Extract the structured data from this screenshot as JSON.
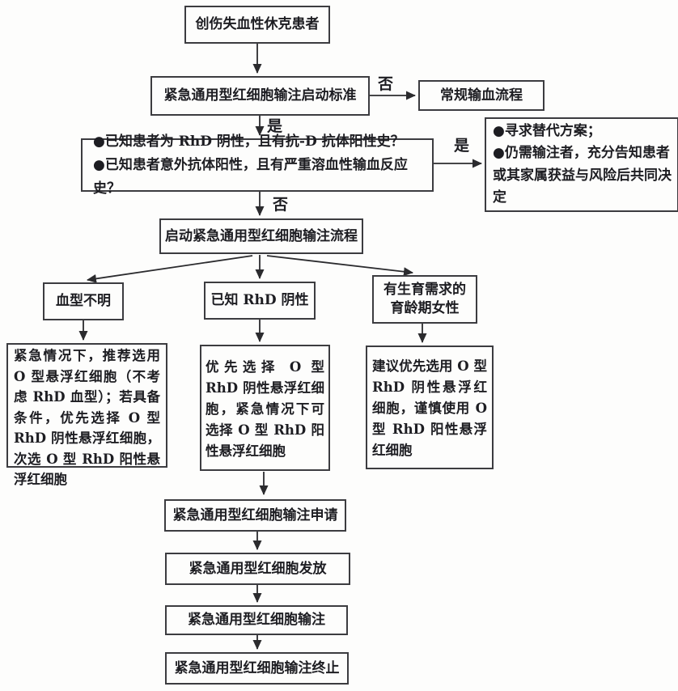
{
  "colors": {
    "ink": "#1d1d22",
    "border": "#3c3c40",
    "background": "#fdfdfc"
  },
  "flow": {
    "patient": "创伤失血性休克患者",
    "criteria": "紧急通用型红细胞输注启动标准",
    "routine": "常规输血流程",
    "screen": {
      "q1": "●已知患者为 RhD 阴性，且有抗-D 抗体阳性史？",
      "q2": "●已知患者意外抗体阳性，且有严重溶血性输血反应史？"
    },
    "alternative": {
      "line1": "●寻求替代方案；",
      "line2": "●仍需输注者，充分告知患者或其家属获益与风险后共同决定"
    },
    "start_process": "启动紧急通用型红细胞输注流程",
    "branches": {
      "unknown": {
        "label": "血型不明",
        "detail": "紧急情况下，推荐选用 O 型悬浮红细胞（不考虑 RhD 血型）；若具备条件，优先选择 O 型 RhD 阴性悬浮红细胞，次选 O 型 RhD 阳性悬浮红细胞"
      },
      "rhd_negative": {
        "label": "已知 RhD 阴性",
        "detail": "优先选择 O 型 RhD 阴性悬浮红细胞，紧急情况下可选择 O 型 RhD 阳性悬浮红细胞"
      },
      "fertility": {
        "label": "有生育需求的育龄期女性",
        "detail": "建议优先选用 O 型 RhD 阴性悬浮红细胞，谨慎使用 O 型 RhD 阳性悬浮红细胞"
      }
    },
    "steps": {
      "apply": "紧急通用型红细胞输注申请",
      "issue": "紧急通用型红细胞发放",
      "transfuse": "紧急通用型红细胞输注",
      "terminate": "紧急通用型红细胞输注终止"
    },
    "edge_labels": {
      "criteria_no": "否",
      "criteria_yes": "是",
      "screen_yes": "是",
      "screen_no": "否"
    }
  }
}
